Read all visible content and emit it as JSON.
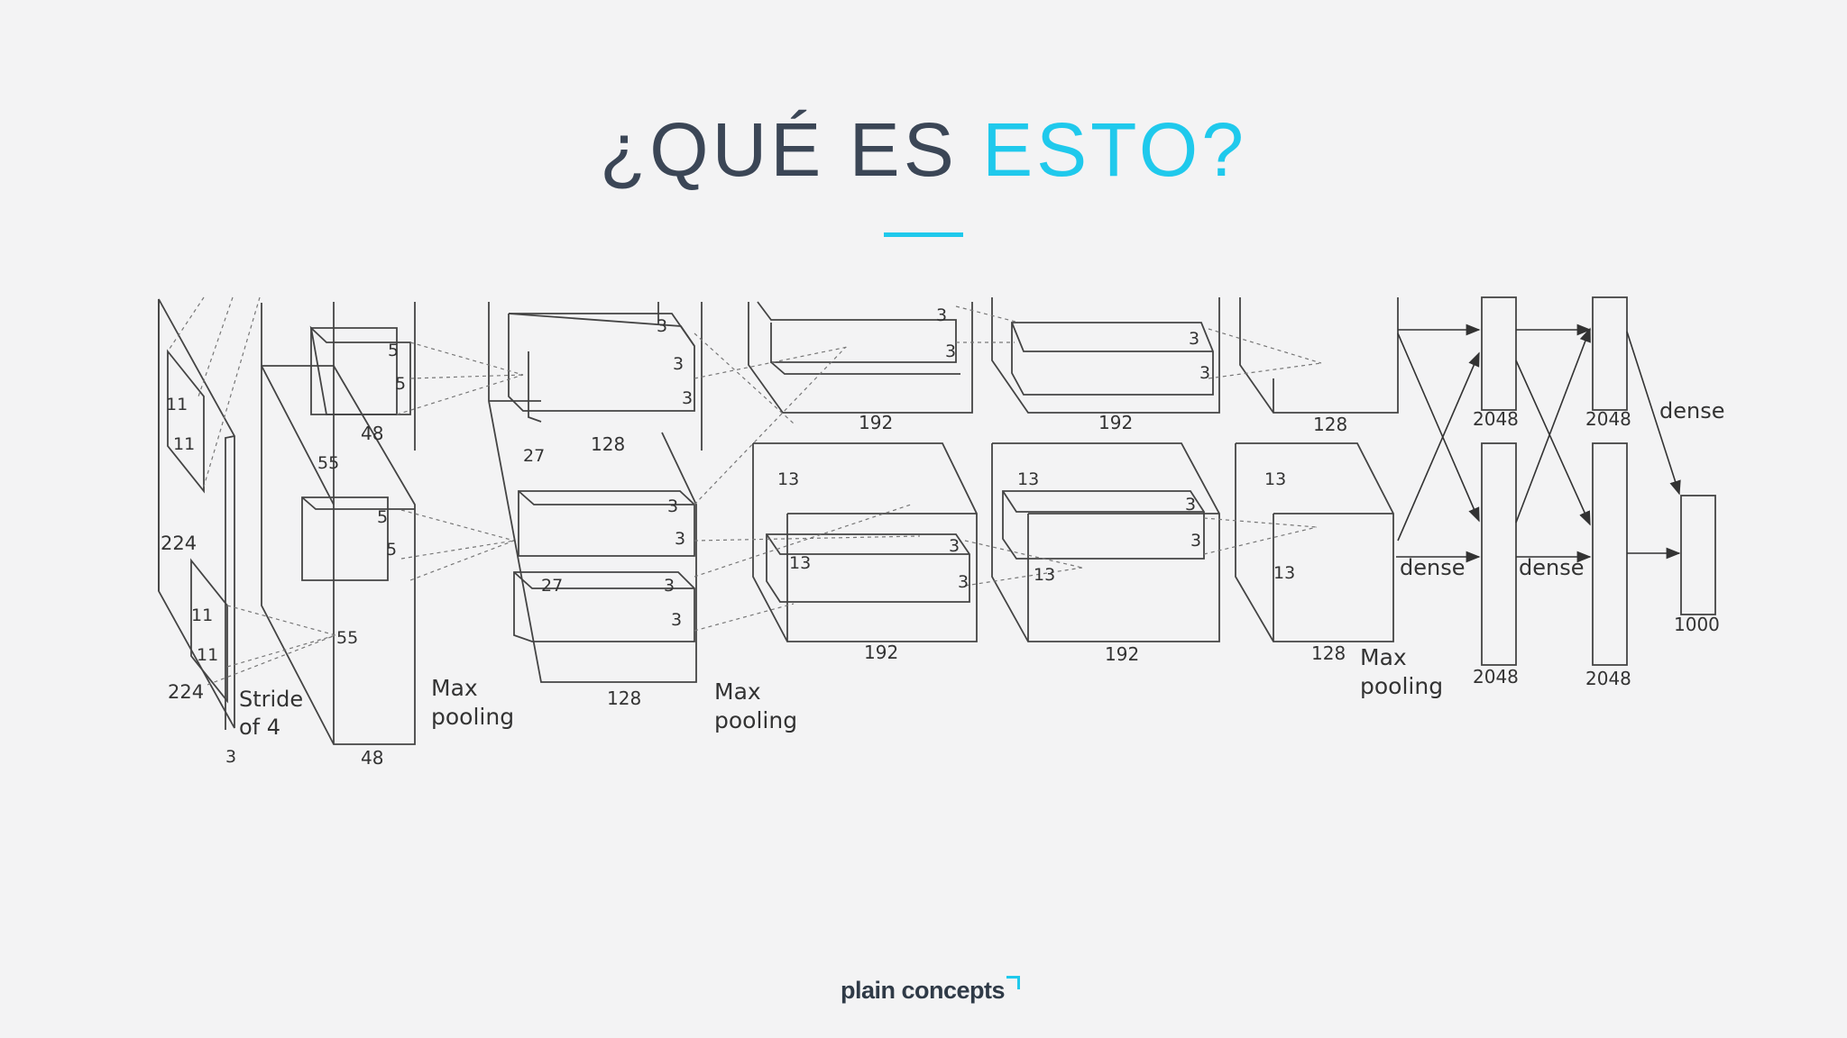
{
  "title": {
    "part1": "¿QUÉ ES ",
    "part2": "ESTO?"
  },
  "brand": {
    "logo_text": "plain concepts",
    "accent": "#1fc9ec",
    "title_color": "#3b4656"
  },
  "diagram": {
    "input": {
      "size": "224",
      "size2": "224",
      "channels": "3",
      "k1": "11",
      "k2": "11",
      "k3": "11",
      "k4": "11",
      "stride": "Stride",
      "stride2": "of 4"
    },
    "conv1": {
      "side": "55",
      "side2": "55",
      "depth_top": "48",
      "depth_bottom": "48",
      "k1": "5",
      "k2": "5",
      "k3": "5",
      "k4": "5"
    },
    "pool1": {
      "line1": "Max",
      "line2": "pooling"
    },
    "conv2": {
      "side": "27",
      "side2": "27",
      "depth_top": "128",
      "depth_bottom": "128",
      "k": [
        "3",
        "3",
        "3",
        "3",
        "3",
        "3",
        "3"
      ]
    },
    "pool2": {
      "line1": "Max",
      "line2": "pooling"
    },
    "conv3": {
      "side_top": "13",
      "side_mid": "13",
      "depth_top": "192",
      "depth_bottom": "192",
      "k": [
        "3",
        "3",
        "3",
        "3"
      ]
    },
    "conv4": {
      "side_top": "13",
      "side_mid": "13",
      "depth_top": "192",
      "depth_bottom": "192",
      "k": [
        "3",
        "3",
        "3",
        "3"
      ]
    },
    "conv5": {
      "side_top": "13",
      "side_mid": "13",
      "depth_top": "128",
      "depth_bottom": "128"
    },
    "pool3": {
      "line1": "Max",
      "line2": "pooling"
    },
    "dense": {
      "fc1_top": "2048",
      "fc1_bottom": "2048",
      "fc2_top": "2048",
      "fc2_bottom": "2048",
      "out": "1000",
      "label1": "dense",
      "label2": "dense",
      "label3": "dense"
    }
  }
}
